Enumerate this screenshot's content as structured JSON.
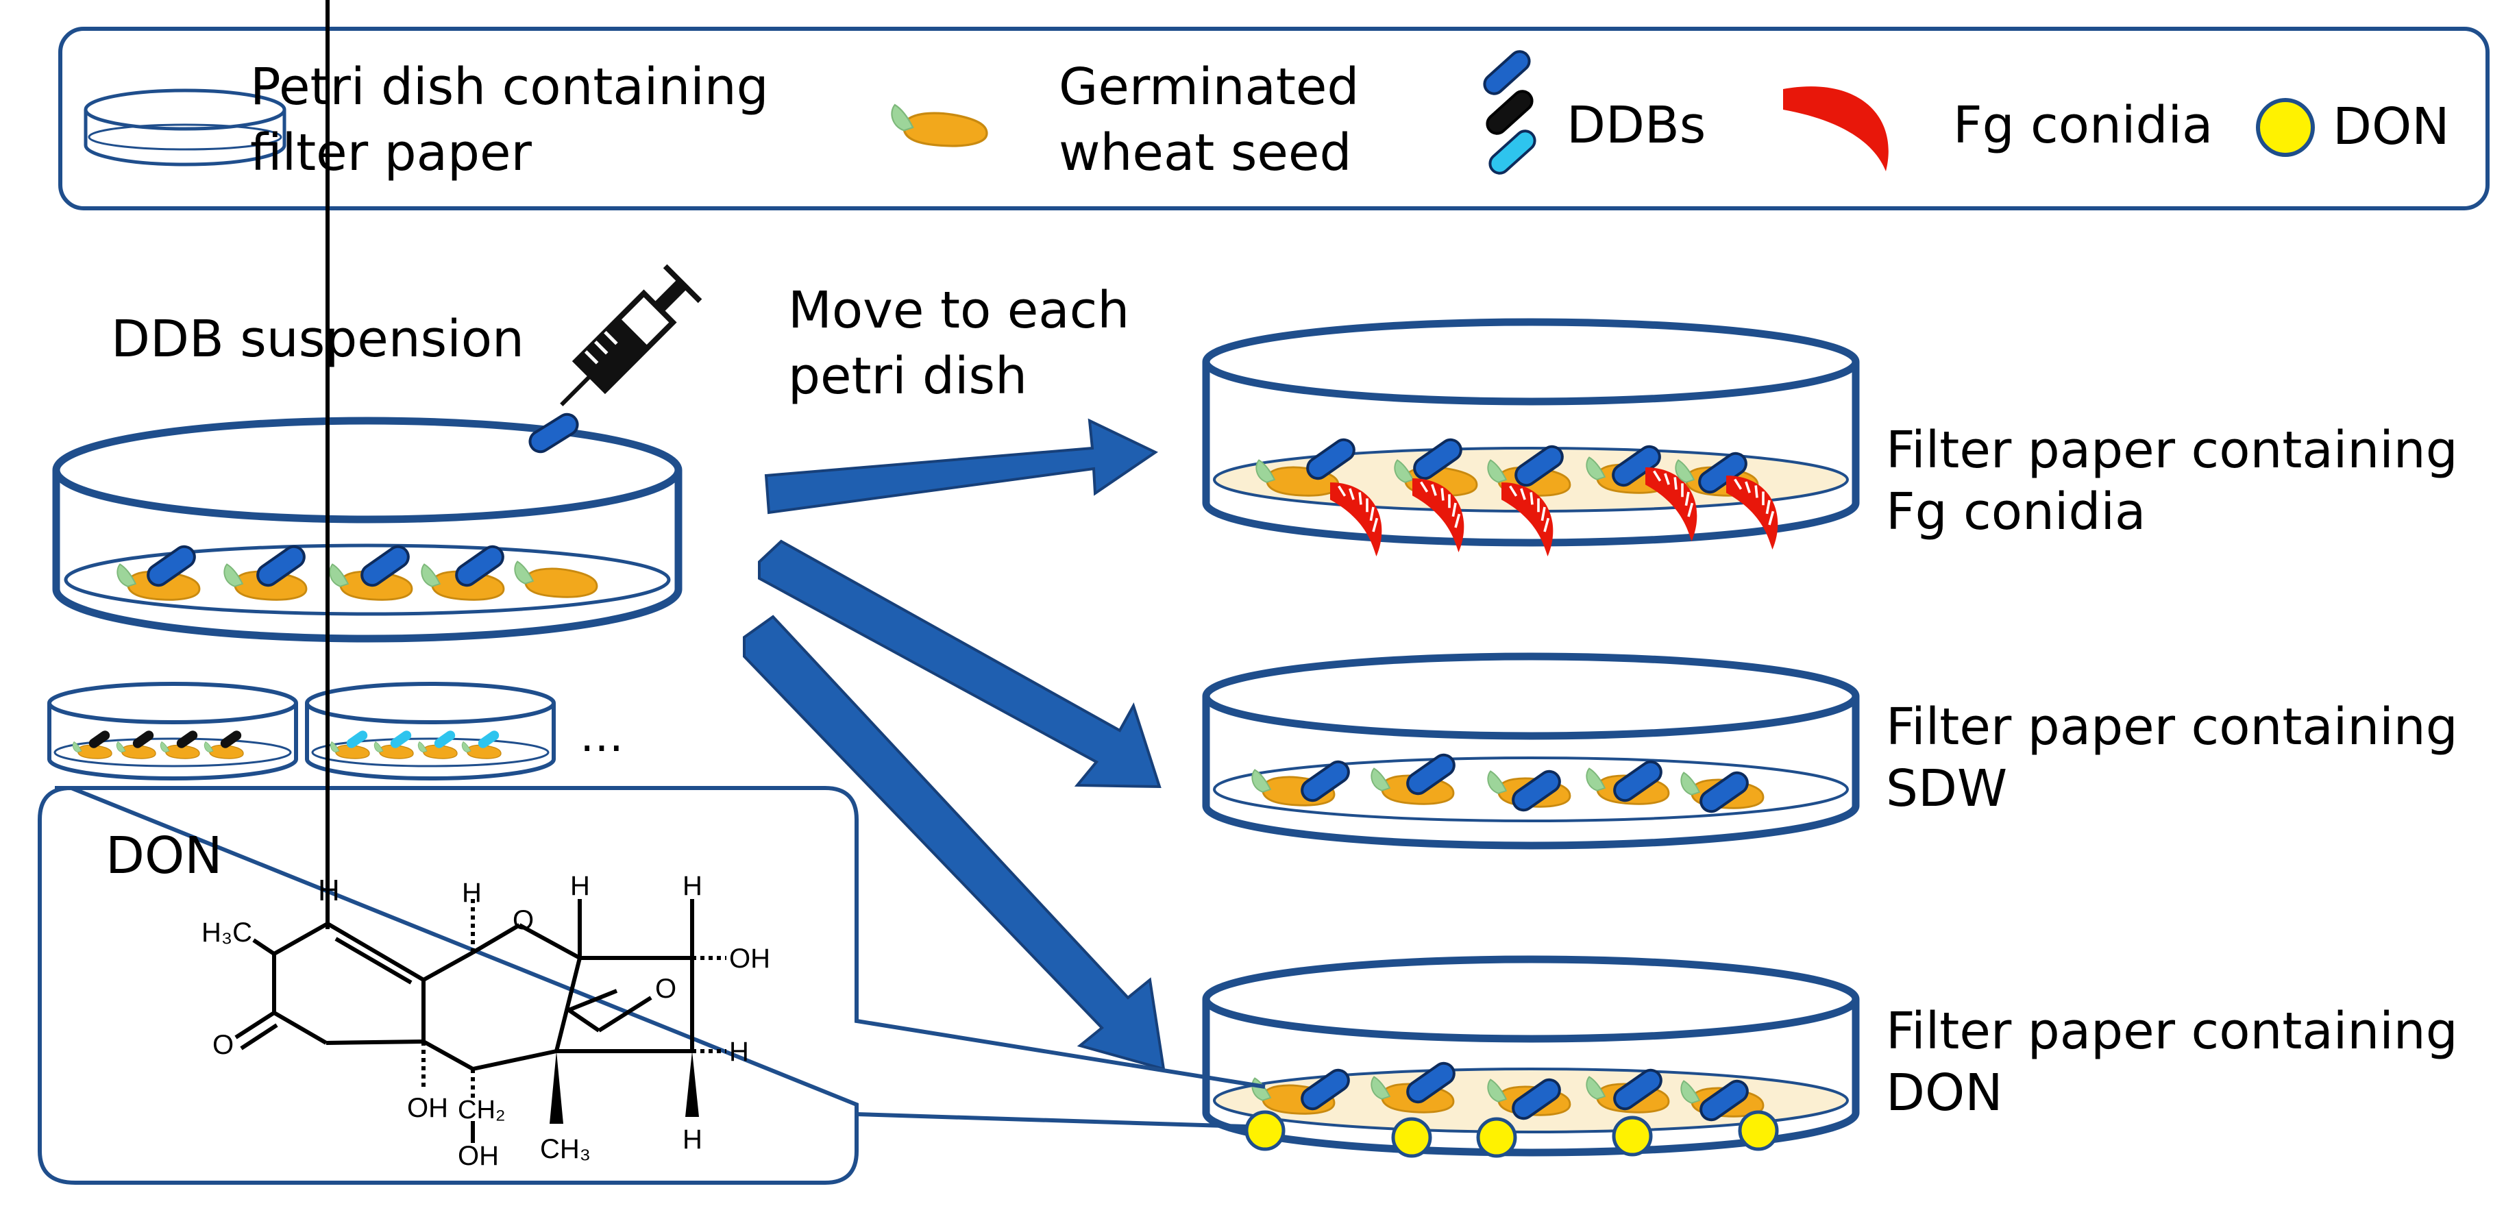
{
  "legend": {
    "petri_dish_line1": "Petri dish containing",
    "petri_dish_line2": "filter paper",
    "seed_line1": "Germinated",
    "seed_line2": "wheat seed",
    "ddbs": "DDBs",
    "fg_conidia": "Fg conidia",
    "don": "DON"
  },
  "left": {
    "ddb_suspension": "DDB suspension",
    "ellipsis": "…"
  },
  "arrow_label": {
    "line1": "Move to each",
    "line2": "petri dish"
  },
  "dishes": {
    "fg_line1": "Filter paper containing",
    "fg_line2": "Fg conidia",
    "sdw_line1": "Filter paper containing",
    "sdw_line2": "SDW",
    "don_line1": "Filter paper containing",
    "don_line2": "DON"
  },
  "structure": {
    "title": "DON",
    "h_top_left": "H",
    "h3c": "H₃C",
    "h_ring": "H",
    "o_ring": "O",
    "h_top_mid": "H",
    "h_top_right": "H",
    "oh_right": "OH",
    "o_epoxide": "O",
    "o_keto": "O",
    "h_right_low": "H",
    "oh_bottom": "OH",
    "ch2": "CH₂",
    "oh_ch2": "OH",
    "ch3_bottom": "CH₃",
    "h_bottom_right": "H"
  },
  "colors": {
    "dark_blue": "#1F4E8C",
    "ddb_blue": "#1E64C8",
    "ddb_black": "#111111",
    "ddb_cyan": "#2EC4EE",
    "seed_orange": "#F2A81C",
    "sprout_green": "#9DD59A",
    "conidia_red": "#E8170A",
    "don_yellow": "#FFF200",
    "filter_paper": "#FBEFD2"
  }
}
